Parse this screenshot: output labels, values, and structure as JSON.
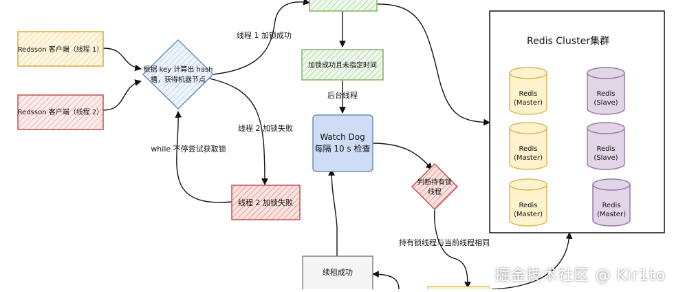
{
  "nodes": {
    "client1": "Redsson 客户端（线程 1）",
    "client2": "Redsson 客户端（线程 2）",
    "hash_line1": "根据 key 计算出 hash",
    "hash_line2": "槽，获得机器节点",
    "lock_no_time": "加锁成功且未指定时间",
    "watchdog_line1": "Watch Dog",
    "watchdog_line2": "每隔 10 s 检查",
    "check_line1": "判断持有锁",
    "check_line2": "线程",
    "thread2_fail_box": "线程 2 加锁失败",
    "renew_success": "续租成功"
  },
  "edge_labels": {
    "thread1_success": "线程 1 加锁成功",
    "thread2_fail": "线程  2 加锁失败",
    "retry": "while 不停尝试获取锁",
    "background": "后台线程",
    "same_thread": "持有锁线程与当前线程相同"
  },
  "cluster": {
    "title": "Redis Cluster集群",
    "rows": [
      {
        "left_line1": "Redis",
        "left_line2": "(Master)",
        "right_line1": "Redis",
        "right_line2": "(Slave)"
      },
      {
        "left_line1": "Redis",
        "left_line2": "(Master)",
        "right_line1": "Redis",
        "right_line2": "(Slave)"
      },
      {
        "left_line1": "Redis",
        "left_line2": "(Master)",
        "right_line1": "Redis",
        "right_line2": "(Master)"
      }
    ]
  },
  "colors": {
    "client_border": "#e0a93a",
    "client_fill": "#fff3d6",
    "client2_border": "#c0504d",
    "client2_fill": "#fbe3e1",
    "hash_border": "#6c8ebf",
    "hash_fill": "#e8f0fb",
    "green_border": "#82b366",
    "green_fill": "#d5e8d4",
    "watchdog_border": "#6c8ebf",
    "watchdog_fill": "#cfdcf5",
    "fail_border": "#c0504d",
    "fail_fill": "#f8d7d4",
    "master_border": "#d6b656",
    "master_fill": "#fff2cc",
    "slave_border": "#9673a6",
    "slave_fill": "#e1d5e7",
    "gray_border": "#666666",
    "gray_fill": "#f5f5f5"
  },
  "watermark": "掘金技术社区 @ Kir1to"
}
